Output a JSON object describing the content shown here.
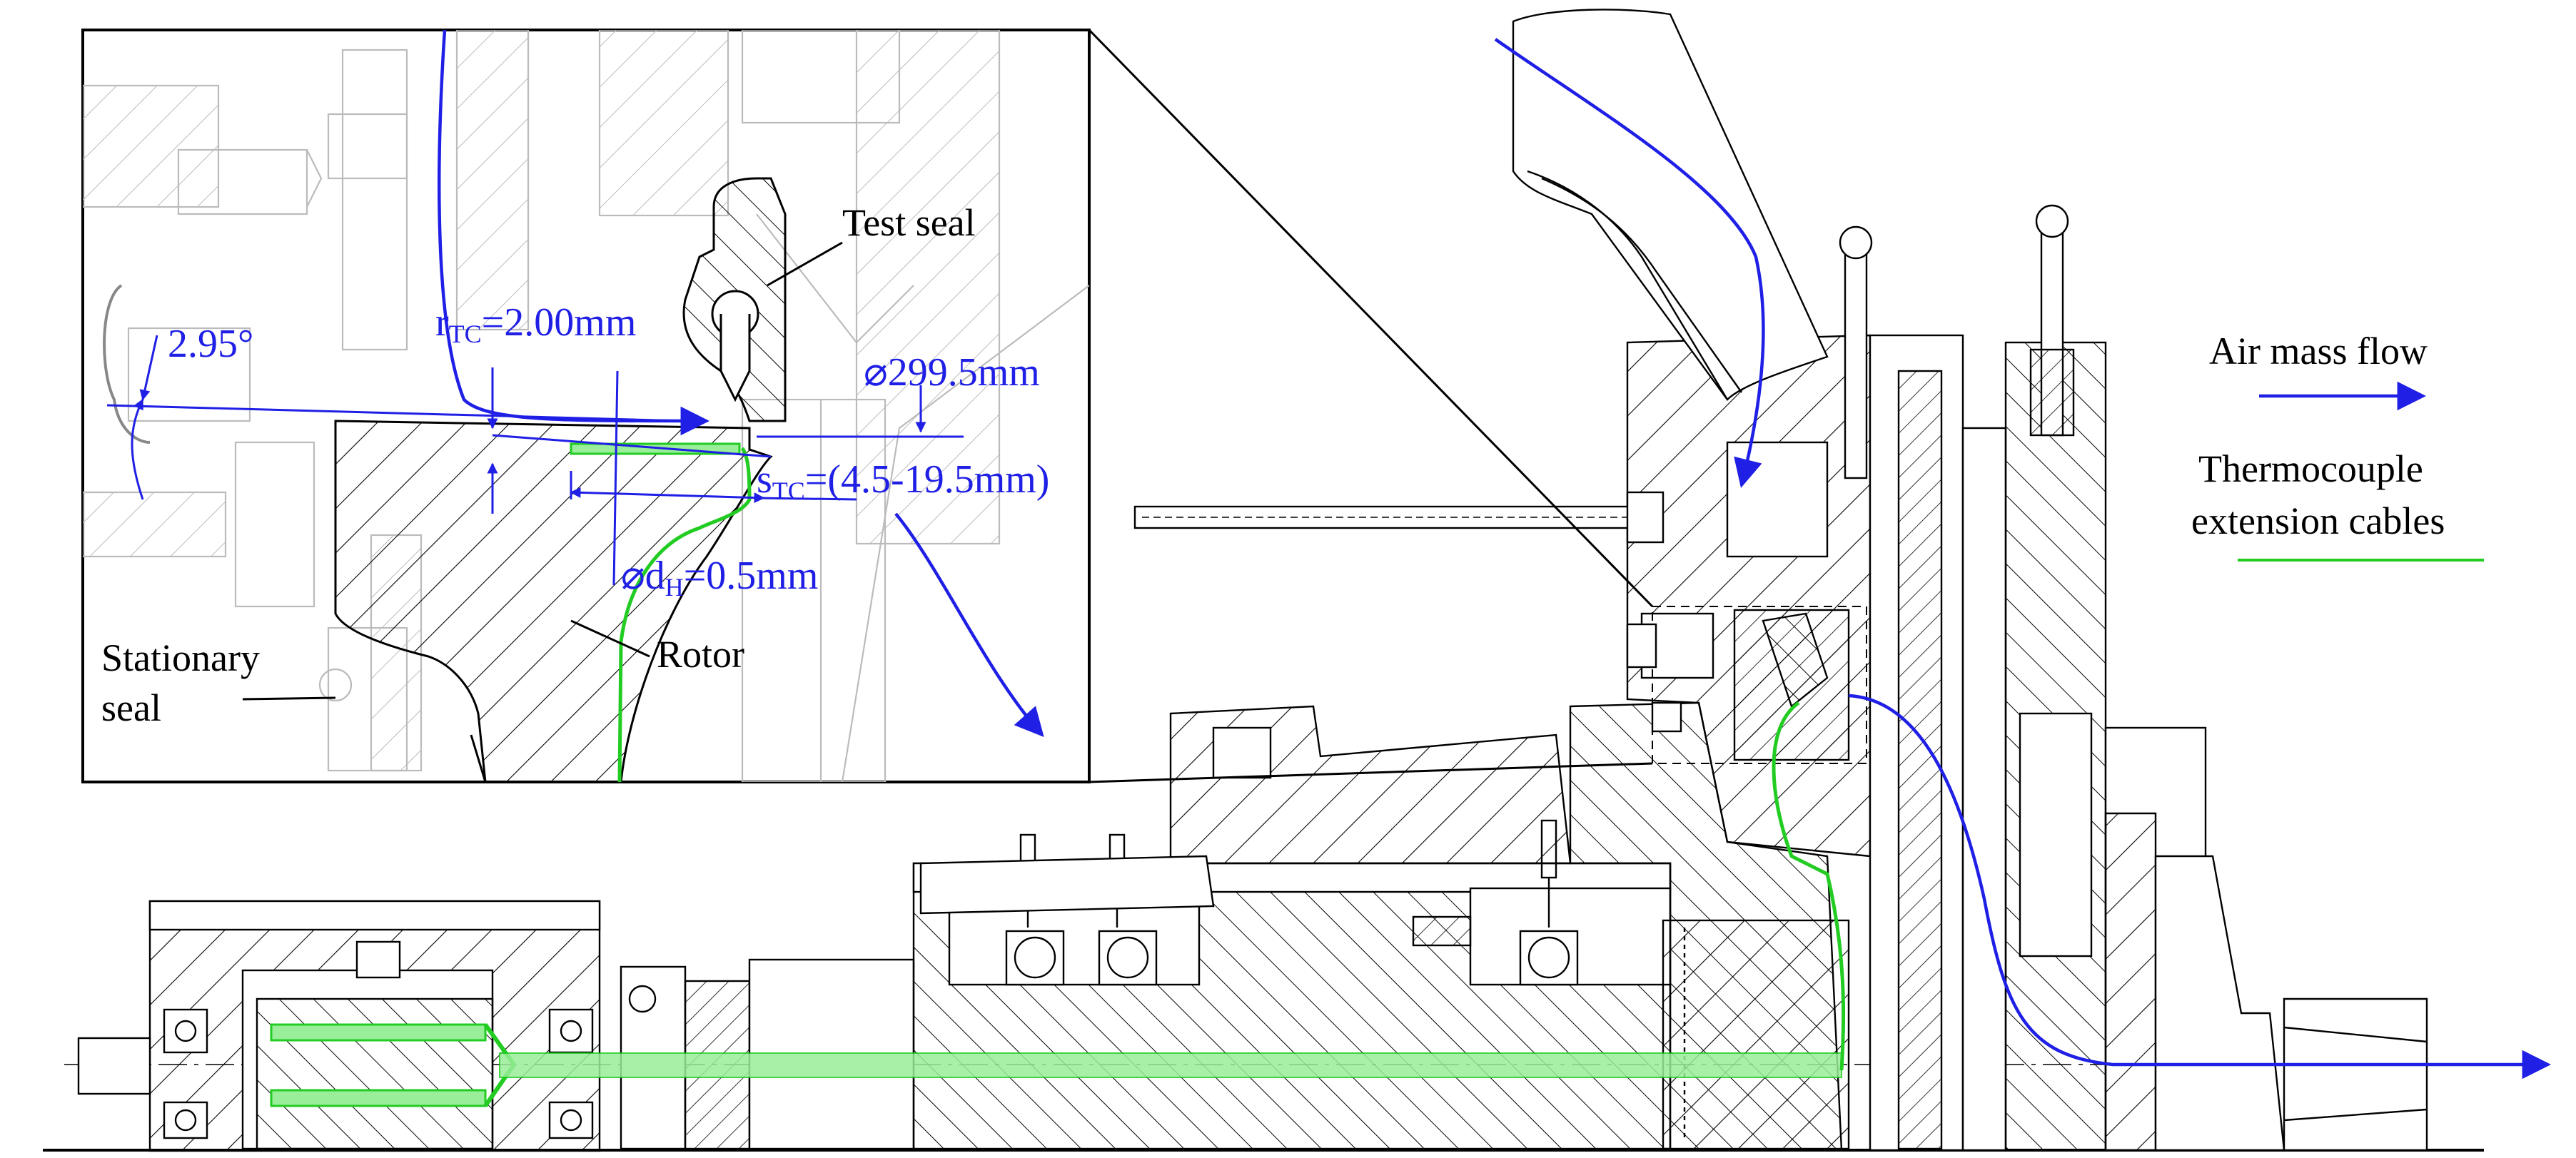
{
  "labels": {
    "test_seal": "Test seal",
    "rotor": "Rotor",
    "stationary_seal_1": "Stationary",
    "stationary_seal_2": "seal",
    "air_mass_flow": "Air mass flow",
    "thermocouple_1": "Thermocouple",
    "thermocouple_2": "extension cables"
  },
  "dimensions": {
    "angle": "2.95°",
    "r_tc_main": "r",
    "r_tc_sub": "TC",
    "r_tc_value": "=2.00mm",
    "diameter": "⌀299.5mm",
    "s_tc_main": "s",
    "s_tc_sub": "TC",
    "s_tc_value": "=(4.5-19.5mm)",
    "d_h_pre": "⌀d",
    "d_h_sub": "H",
    "d_h_value": "=0.5mm"
  },
  "colors": {
    "air_flow": "#1f1fe6",
    "thermocouple": "#22cc22",
    "thermocouple_fill": "#99ee99",
    "line": "#000000",
    "faded": "#bbbbbb"
  }
}
